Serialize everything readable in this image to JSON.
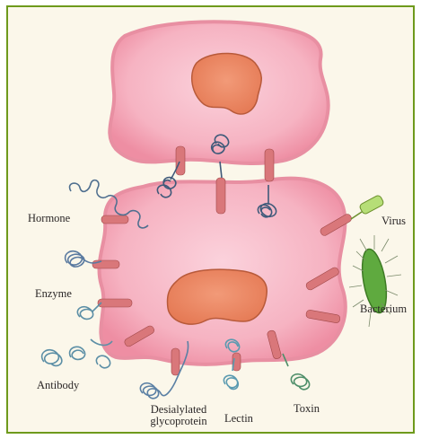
{
  "labels": {
    "hormone": "Hormone",
    "enzyme": "Enzyme",
    "antibody": "Antibody",
    "desialylated_line1": "Desialylated",
    "desialylated_line2": "glycoprotein",
    "lectin": "Lectin",
    "toxin": "Toxin",
    "virus": "Virus",
    "bacterium": "Bacterium"
  },
  "colors": {
    "frame_border": "#6e9a1c",
    "background": "#fbf7ea",
    "cell_fill": "#f6b7c4",
    "cell_edge": "#ea7f95",
    "nucleus_fill": "#ef8a6a",
    "nucleus_edge": "#b85a3a",
    "receptor": "#d87070",
    "ligand_blue": "#5a7a9a",
    "ligand_green": "#4f8f6a",
    "bacterium": "#5faa3f",
    "virus": "#a9d96a"
  }
}
